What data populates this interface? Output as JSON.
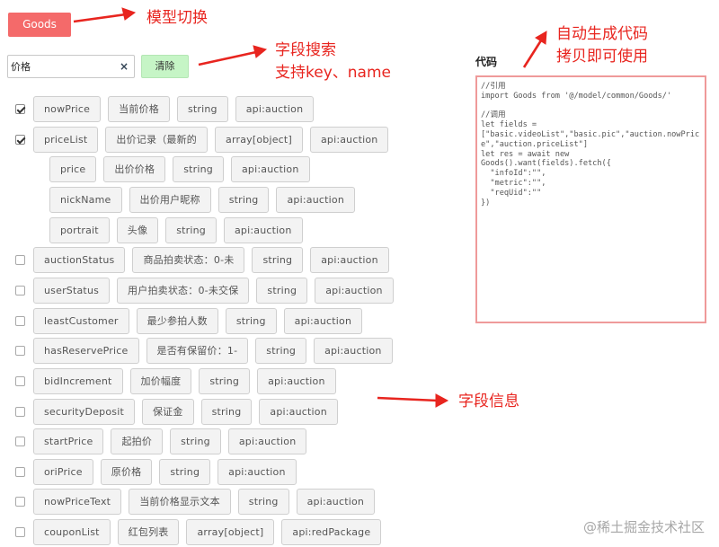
{
  "model_button": {
    "label": "Goods"
  },
  "search": {
    "value": "价格",
    "clear_icon": "×"
  },
  "clear_button": {
    "label": "清除"
  },
  "annotations": {
    "model_switch": "模型切换",
    "field_search_line1": "字段搜索",
    "field_search_line2": "支持key、name",
    "auto_code_line1": "自动生成代码",
    "auto_code_line2": "拷贝即可使用",
    "field_info": "字段信息"
  },
  "code_panel": {
    "title": "代码",
    "content": "//引用\nimport Goods from '@/model/common/Goods/'\n\n//调用\nlet fields =\n[\"basic.videoList\",\"basic.pic\",\"auction.nowPrice\",\"auction.priceList\"]\nlet res = await new\nGoods().want(fields).fetch({\n  \"infoId\":\"\",\n  \"metric\":\"\",\n  \"reqUid\":\"\"\n})"
  },
  "fields": [
    {
      "checkbox": true,
      "checked": true,
      "indent": false,
      "key": "nowPrice",
      "name": "当前价格",
      "type": "string",
      "source": "api:auction"
    },
    {
      "checkbox": true,
      "checked": true,
      "indent": false,
      "key": "priceList",
      "name": "出价记录（最新的",
      "type": "array[object]",
      "source": "api:auction"
    },
    {
      "checkbox": false,
      "checked": false,
      "indent": true,
      "key": "price",
      "name": "出价价格",
      "type": "string",
      "source": "api:auction"
    },
    {
      "checkbox": false,
      "checked": false,
      "indent": true,
      "key": "nickName",
      "name": "出价用户昵称",
      "type": "string",
      "source": "api:auction"
    },
    {
      "checkbox": false,
      "checked": false,
      "indent": true,
      "key": "portrait",
      "name": "头像",
      "type": "string",
      "source": "api:auction"
    },
    {
      "checkbox": true,
      "checked": false,
      "indent": false,
      "key": "auctionStatus",
      "name": "商品拍卖状态：0-未",
      "type": "string",
      "source": "api:auction"
    },
    {
      "checkbox": true,
      "checked": false,
      "indent": false,
      "key": "userStatus",
      "name": "用户拍卖状态：0-未交保",
      "type": "string",
      "source": "api:auction"
    },
    {
      "checkbox": true,
      "checked": false,
      "indent": false,
      "key": "leastCustomer",
      "name": "最少参拍人数",
      "type": "string",
      "source": "api:auction"
    },
    {
      "checkbox": true,
      "checked": false,
      "indent": false,
      "key": "hasReservePrice",
      "name": "是否有保留价：1-",
      "type": "string",
      "source": "api:auction"
    },
    {
      "checkbox": true,
      "checked": false,
      "indent": false,
      "key": "bidIncrement",
      "name": "加价幅度",
      "type": "string",
      "source": "api:auction"
    },
    {
      "checkbox": true,
      "checked": false,
      "indent": false,
      "key": "securityDeposit",
      "name": "保证金",
      "type": "string",
      "source": "api:auction"
    },
    {
      "checkbox": true,
      "checked": false,
      "indent": false,
      "key": "startPrice",
      "name": "起拍价",
      "type": "string",
      "source": "api:auction"
    },
    {
      "checkbox": true,
      "checked": false,
      "indent": false,
      "key": "oriPrice",
      "name": "原价格",
      "type": "string",
      "source": "api:auction"
    },
    {
      "checkbox": true,
      "checked": false,
      "indent": false,
      "key": "nowPriceText",
      "name": "当前价格显示文本",
      "type": "string",
      "source": "api:auction"
    },
    {
      "checkbox": true,
      "checked": false,
      "indent": false,
      "key": "couponList",
      "name": "红包列表",
      "type": "array[object]",
      "source": "api:redPackage"
    }
  ],
  "watermark": "@稀土掘金技术社区",
  "colors": {
    "accent": "#f46a6a",
    "annotation": "#e8251f",
    "clear_button_bg": "#c6f5c6",
    "code_border": "#ef9a9a"
  }
}
